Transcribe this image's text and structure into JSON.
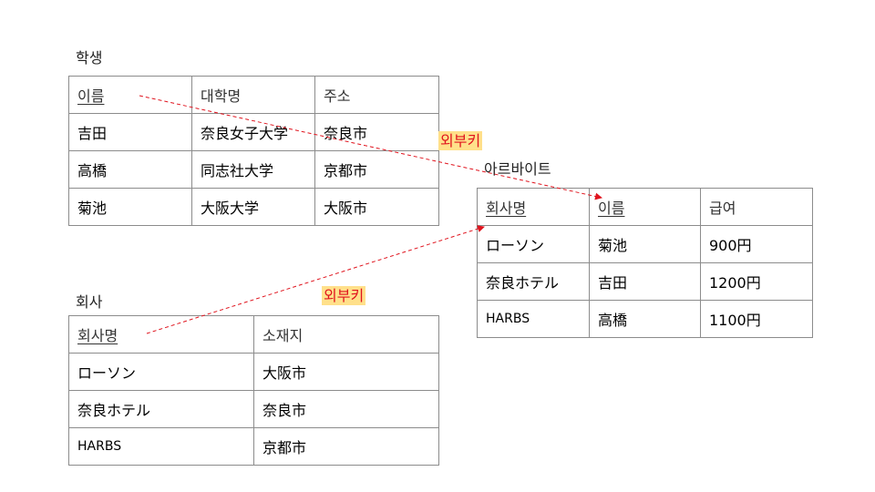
{
  "tables": {
    "student": {
      "title": "학생",
      "headers": [
        "이름",
        "대학명",
        "주소"
      ],
      "rows": [
        [
          "吉田",
          "奈良女子大学",
          "奈良市"
        ],
        [
          "高橋",
          "同志社大学",
          "京都市"
        ],
        [
          "菊池",
          "大阪大学",
          "大阪市"
        ]
      ]
    },
    "company": {
      "title": "회사",
      "headers": [
        "회사명",
        "소재지"
      ],
      "rows": [
        [
          "ローソン",
          "大阪市"
        ],
        [
          "奈良ホテル",
          "奈良市"
        ],
        [
          "HARBS",
          "京都市"
        ]
      ]
    },
    "parttime": {
      "title": "아르바이트",
      "headers": [
        "회사명",
        "이름",
        "급여"
      ],
      "rows": [
        [
          "ローソン",
          "菊池",
          "900円"
        ],
        [
          "奈良ホテル",
          "吉田",
          "1200円"
        ],
        [
          "HARBS",
          "高橋",
          "1100円"
        ]
      ]
    }
  },
  "foreign_keys": {
    "fk1_label": "외부키",
    "fk2_label": "외부키"
  },
  "colors": {
    "arrow": "#e0141e",
    "label_bg": "#ffe08a"
  }
}
